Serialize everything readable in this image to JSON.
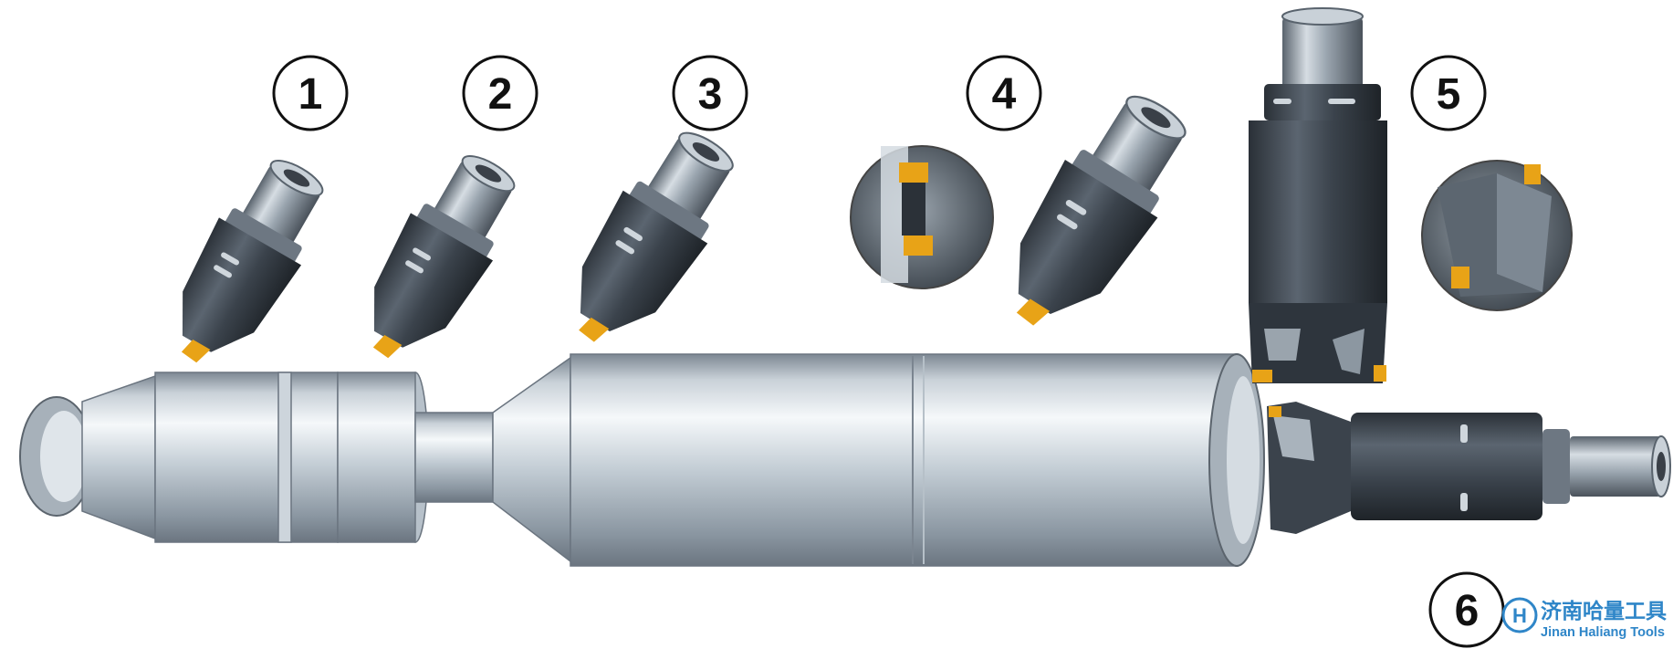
{
  "diagram": {
    "callouts": [
      "1",
      "2",
      "3",
      "4",
      "5",
      "6"
    ]
  },
  "logo": {
    "name_cn": "济南哈量工具",
    "name_en": "Jinan Haliang Tools",
    "mark_letter": "H",
    "colors": {
      "primary": "#2f86c8",
      "text": "#2f86c8"
    }
  },
  "colors": {
    "tool_body": "#3e4650",
    "insert": "#e8a317",
    "workpiece": "#b9c3cc",
    "callout_stroke": "#111111"
  }
}
